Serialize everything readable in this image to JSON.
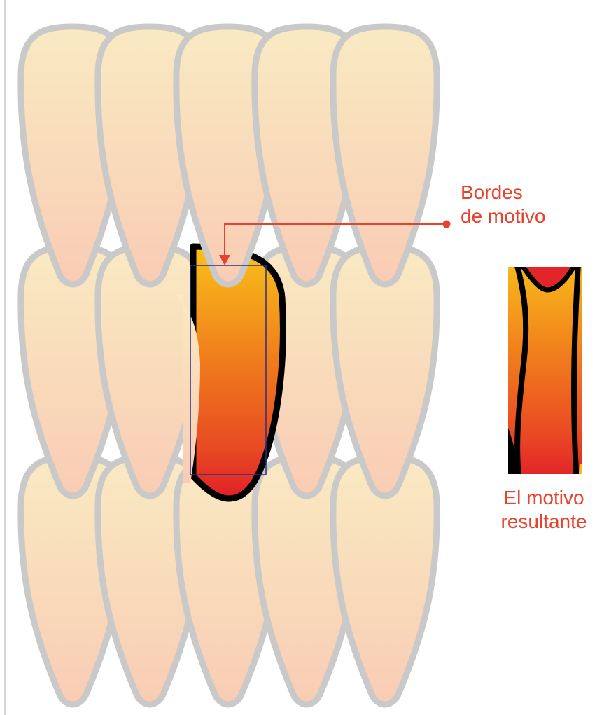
{
  "labels": {
    "pattern_borders_line1": "Bordes",
    "pattern_borders_line2": "de motivo",
    "result_line1": "El motivo",
    "result_line2": "resultante"
  },
  "colors": {
    "scale_fill_top": "#f9e9c0",
    "scale_fill_bottom": "#f9cdb4",
    "scale_outline": "#c8c8c8",
    "highlight_top": "#f8bb18",
    "highlight_mid": "#ef6b1f",
    "highlight_bottom": "#e21f26",
    "highlight_outline": "#000000",
    "callout_color": "#e8412c",
    "tile_border": "#2b2f80"
  },
  "icons": {
    "callout_dot": "dot-icon",
    "callout_arrow": "arrow-down-icon"
  }
}
